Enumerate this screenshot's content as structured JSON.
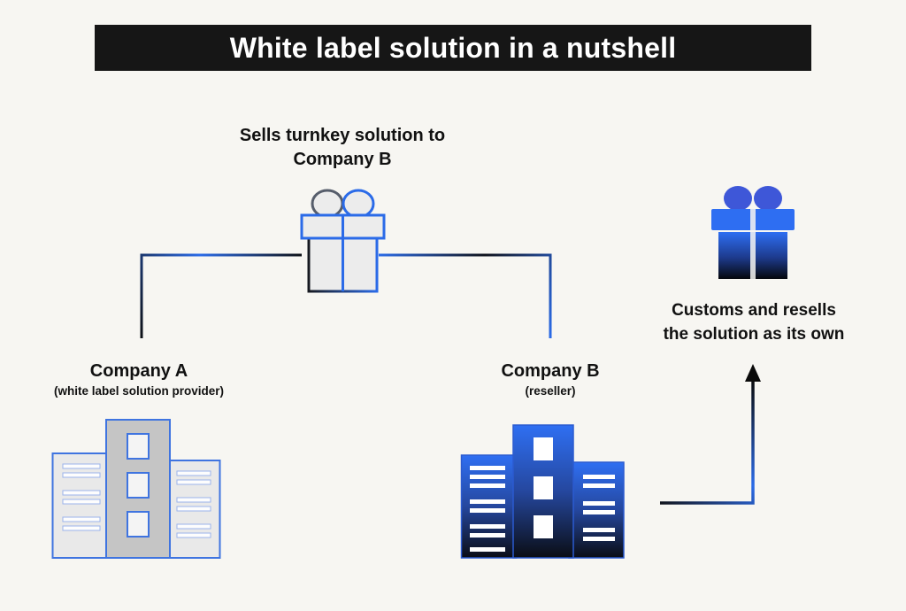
{
  "title": "White label solution in a nutshell",
  "center": {
    "sells_label": "Sells turnkey solution to\nCompany B"
  },
  "company_a": {
    "name": "Company A",
    "subtitle": "(white label solution provider)"
  },
  "company_b": {
    "name": "Company B",
    "subtitle": "(reseller)"
  },
  "reseller": {
    "caption": "Customs and resells\nthe solution as its own"
  },
  "icons": {
    "center_gift": "gift-icon",
    "reseller_gift": "gift-icon",
    "company_a_building": "building-icon",
    "company_b_building": "building-icon",
    "arrow_up": "arrow-up-icon"
  },
  "colors": {
    "background": "#f7f6f2",
    "title_bg": "#161616",
    "title_text": "#ffffff",
    "accent_blue": "#2b6be8",
    "bright_blue": "#2e6ef2",
    "dark": "#111111",
    "building_gray_light": "#e9e9e9",
    "building_gray_mid": "#c5c5c5"
  }
}
